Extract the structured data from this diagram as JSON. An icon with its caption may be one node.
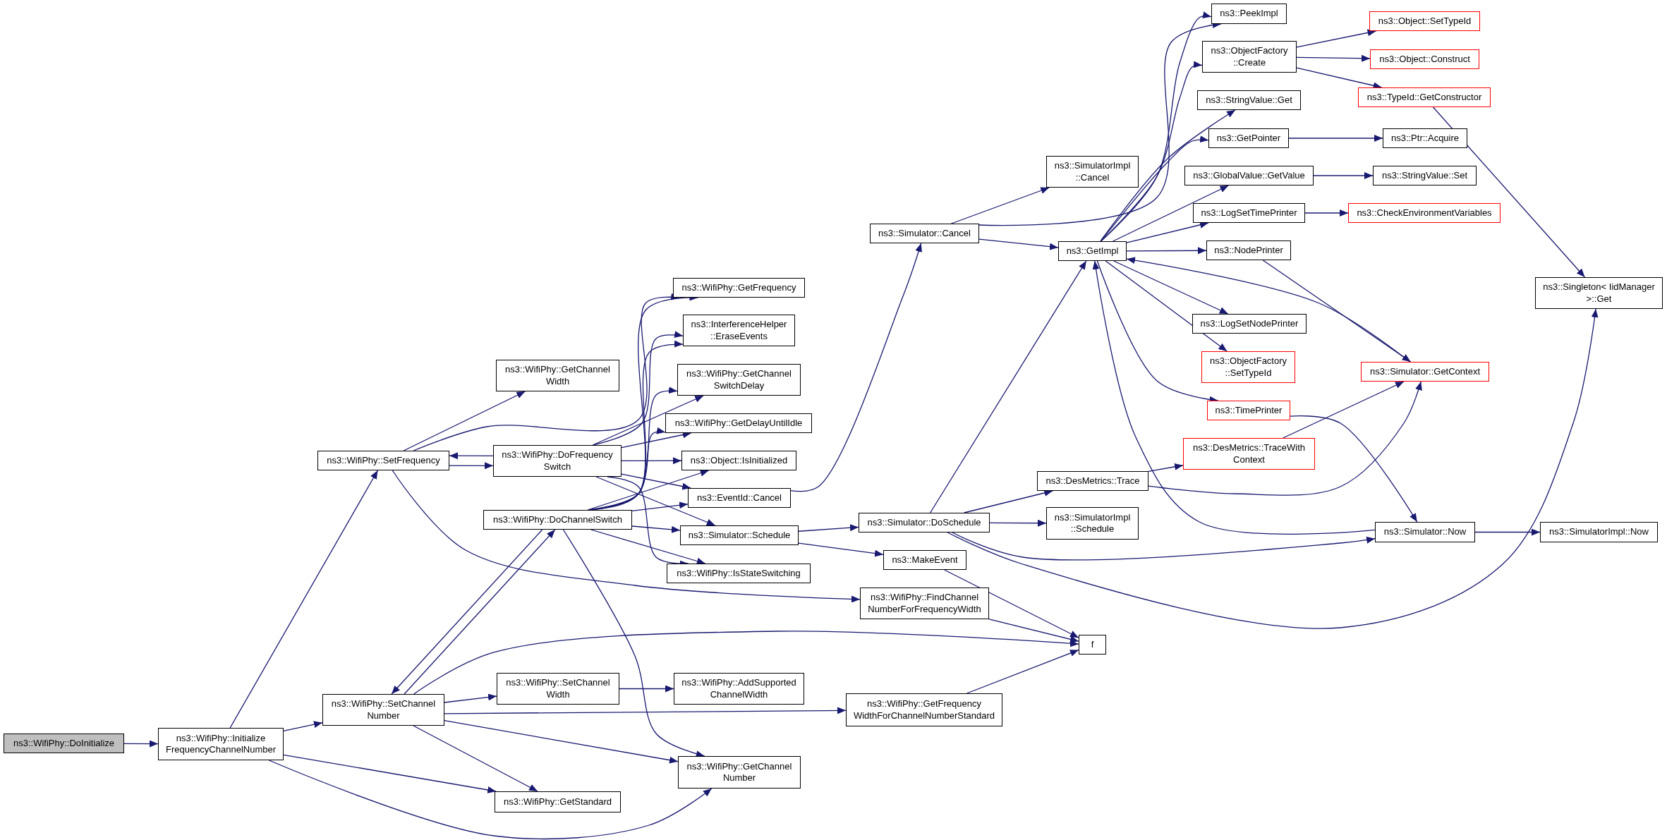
{
  "diagram": {
    "nodes": [
      {
        "text": [
          "ns3::WifiPhy::DoInitialize"
        ]
      },
      {
        "text": [
          "ns3::WifiPhy::Initialize FrequencyChannelNumber"
        ]
      },
      {
        "text": [
          "ns3::WifiPhy::SetFrequency"
        ]
      },
      {
        "text": [
          "ns3::WifiPhy::SetChannel Number"
        ]
      },
      {
        "text": [
          "ns3::WifiPhy::GetChannel Width"
        ]
      },
      {
        "text": [
          "ns3::WifiPhy::DoFrequency Switch"
        ]
      },
      {
        "text": [
          "ns3::WifiPhy::DoChannelSwitch"
        ]
      },
      {
        "text": [
          "ns3::WifiPhy::GetFrequency"
        ]
      },
      {
        "text": [
          "ns3::InterferenceHelper ::EraseEvents"
        ]
      },
      {
        "text": [
          "ns3::WifiPhy::GetChannel SwitchDelay"
        ]
      },
      {
        "text": [
          "ns3::WifiPhy::GetDelayUntilIdle"
        ]
      },
      {
        "text": [
          "ns3::Object::IsInitialized"
        ]
      },
      {
        "text": [
          "ns3::EventId::Cancel"
        ]
      },
      {
        "text": [
          "ns3::Simulator::Schedule"
        ]
      },
      {
        "text": [
          "ns3::WifiPhy::IsStateSwitching"
        ]
      },
      {
        "text": [
          "ns3::WifiPhy::SetChannel Width"
        ]
      },
      {
        "text": [
          "ns3::WifiPhy::GetStandard"
        ]
      },
      {
        "text": [
          "ns3::WifiPhy::GetChannel Number"
        ]
      },
      {
        "text": [
          "ns3::Simulator::Cancel"
        ]
      },
      {
        "text": [
          "ns3::SimulatorImpl ::Cancel"
        ]
      },
      {
        "text": [
          "ns3::GetImpl"
        ]
      },
      {
        "text": [
          "ns3::Simulator::DoSchedule"
        ]
      },
      {
        "text": [
          "ns3::MakeEvent"
        ]
      },
      {
        "text": [
          "ns3::WifiPhy::FindChannel NumberForFrequencyWidth"
        ]
      },
      {
        "text": [
          "f"
        ]
      },
      {
        "text": [
          "ns3::WifiPhy::AddSupported ChannelWidth"
        ]
      },
      {
        "text": [
          "ns3::WifiPhy::GetFrequency WidthForChannelNumberStandard"
        ]
      },
      {
        "text": [
          "ns3::PeekImpl"
        ]
      },
      {
        "text": [
          "ns3::ObjectFactory ::Create"
        ]
      },
      {
        "text": [
          "ns3::StringValue::Get"
        ]
      },
      {
        "text": [
          "ns3::GetPointer"
        ]
      },
      {
        "text": [
          "ns3::GlobalValue::GetValue"
        ]
      },
      {
        "text": [
          "ns3::LogSetTimePrinter"
        ]
      },
      {
        "text": [
          "ns3::NodePrinter"
        ]
      },
      {
        "text": [
          "ns3::LogSetNodePrinter"
        ]
      },
      {
        "text": [
          "ns3::ObjectFactory ::SetTypeId"
        ]
      },
      {
        "text": [
          "ns3::TimePrinter"
        ]
      },
      {
        "text": [
          "ns3::DesMetrics::TraceWith Context"
        ]
      },
      {
        "text": [
          "ns3::DesMetrics::Trace"
        ]
      },
      {
        "text": [
          "ns3::SimulatorImpl ::Schedule"
        ]
      },
      {
        "text": [
          "ns3::Object::SetTypeId"
        ]
      },
      {
        "text": [
          "ns3::Object::Construct"
        ]
      },
      {
        "text": [
          "ns3::TypeId::GetConstructor"
        ]
      },
      {
        "text": [
          "ns3::Ptr::Acquire"
        ]
      },
      {
        "text": [
          "ns3::StringValue::Set"
        ]
      },
      {
        "text": [
          "ns3::CheckEnvironmentVariables"
        ]
      },
      {
        "text": [
          "ns3::Simulator::GetContext"
        ]
      },
      {
        "text": [
          "ns3::Simulator::Now"
        ]
      },
      {
        "text": [
          "ns3::SimulatorImpl::Now"
        ]
      },
      {
        "text": [
          "ns3::Singleton< IidManager >::Get"
        ]
      }
    ],
    "edges": [
      {
        "from": 0,
        "to": 1,
        "arrow": "to"
      },
      {
        "from": 1,
        "to": 2,
        "arrow": "to"
      },
      {
        "from": 1,
        "to": 3,
        "arrow": "to"
      },
      {
        "from": 1,
        "to": 16,
        "arrow": "to"
      },
      {
        "from": 1,
        "to": 17,
        "arrow": "to"
      },
      {
        "from": 2,
        "to": 4,
        "arrow": "to"
      },
      {
        "from": 2,
        "to": 5,
        "arrow": "to"
      },
      {
        "from": 5,
        "to": 2,
        "arrow": "to"
      },
      {
        "from": 2,
        "to": 7,
        "arrow": "to"
      },
      {
        "from": 2,
        "to": 23,
        "arrow": "to"
      },
      {
        "from": 3,
        "to": 6,
        "arrow": "to"
      },
      {
        "from": 6,
        "to": 3,
        "arrow": "to"
      },
      {
        "from": 3,
        "to": 24,
        "arrow": "to"
      },
      {
        "from": 3,
        "to": 15,
        "arrow": "to"
      },
      {
        "from": 3,
        "to": 26,
        "arrow": "to"
      },
      {
        "from": 3,
        "to": 17,
        "arrow": "to"
      },
      {
        "from": 3,
        "to": 16,
        "arrow": "to"
      },
      {
        "from": 5,
        "to": 8,
        "arrow": "to"
      },
      {
        "from": 5,
        "to": 9,
        "arrow": "to"
      },
      {
        "from": 5,
        "to": 10,
        "arrow": "to"
      },
      {
        "from": 5,
        "to": 11,
        "arrow": "to"
      },
      {
        "from": 5,
        "to": 12,
        "arrow": "to"
      },
      {
        "from": 5,
        "to": 13,
        "arrow": "to"
      },
      {
        "from": 5,
        "to": 14,
        "arrow": "to"
      },
      {
        "from": 6,
        "to": 7,
        "arrow": "to"
      },
      {
        "from": 6,
        "to": 8,
        "arrow": "to"
      },
      {
        "from": 6,
        "to": 9,
        "arrow": "to"
      },
      {
        "from": 6,
        "to": 10,
        "arrow": "to"
      },
      {
        "from": 6,
        "to": 11,
        "arrow": "to"
      },
      {
        "from": 6,
        "to": 12,
        "arrow": "to"
      },
      {
        "from": 6,
        "to": 13,
        "arrow": "to"
      },
      {
        "from": 6,
        "to": 14,
        "arrow": "to"
      },
      {
        "from": 6,
        "to": 17,
        "arrow": "to"
      },
      {
        "from": 12,
        "to": 18,
        "arrow": "to"
      },
      {
        "from": 18,
        "to": 19,
        "arrow": "to"
      },
      {
        "from": 18,
        "to": 20,
        "arrow": "to"
      },
      {
        "from": 18,
        "to": 27,
        "arrow": "to"
      },
      {
        "from": 13,
        "to": 21,
        "arrow": "to"
      },
      {
        "from": 13,
        "to": 22,
        "arrow": "to"
      },
      {
        "from": 21,
        "to": 20,
        "arrow": "to"
      },
      {
        "from": 21,
        "to": 38,
        "arrow": "to"
      },
      {
        "from": 21,
        "to": 39,
        "arrow": "to"
      },
      {
        "from": 21,
        "to": 47,
        "arrow": "to"
      },
      {
        "from": 21,
        "to": 49,
        "arrow": "to"
      },
      {
        "from": 22,
        "to": 24,
        "arrow": "to"
      },
      {
        "from": 23,
        "to": 24,
        "arrow": "to"
      },
      {
        "from": 26,
        "to": 24,
        "arrow": "to"
      },
      {
        "from": 15,
        "to": 25,
        "arrow": "to"
      },
      {
        "from": 20,
        "to": 27,
        "arrow": "to"
      },
      {
        "from": 20,
        "to": 28,
        "arrow": "to"
      },
      {
        "from": 20,
        "to": 29,
        "arrow": "to"
      },
      {
        "from": 20,
        "to": 30,
        "arrow": "to"
      },
      {
        "from": 20,
        "to": 31,
        "arrow": "to"
      },
      {
        "from": 20,
        "to": 32,
        "arrow": "to"
      },
      {
        "from": 20,
        "to": 33,
        "arrow": "to"
      },
      {
        "from": 20,
        "to": 34,
        "arrow": "to"
      },
      {
        "from": 20,
        "to": 35,
        "arrow": "to"
      },
      {
        "from": 20,
        "to": 36,
        "arrow": "to"
      },
      {
        "from": 28,
        "to": 40,
        "arrow": "to"
      },
      {
        "from": 28,
        "to": 41,
        "arrow": "to"
      },
      {
        "from": 28,
        "to": 42,
        "arrow": "to"
      },
      {
        "from": 42,
        "to": 49,
        "arrow": "to"
      },
      {
        "from": 30,
        "to": 43,
        "arrow": "to"
      },
      {
        "from": 31,
        "to": 44,
        "arrow": "to"
      },
      {
        "from": 32,
        "to": 45,
        "arrow": "to"
      },
      {
        "from": 33,
        "to": 46,
        "arrow": "to"
      },
      {
        "from": 46,
        "to": 20,
        "arrow": "to"
      },
      {
        "from": 36,
        "to": 47,
        "arrow": "to"
      },
      {
        "from": 37,
        "to": 46,
        "arrow": "to"
      },
      {
        "from": 38,
        "to": 37,
        "arrow": "to"
      },
      {
        "from": 38,
        "to": 46,
        "arrow": "to"
      },
      {
        "from": 47,
        "to": 20,
        "arrow": "to"
      },
      {
        "from": 47,
        "to": 48,
        "arrow": "to"
      }
    ]
  }
}
